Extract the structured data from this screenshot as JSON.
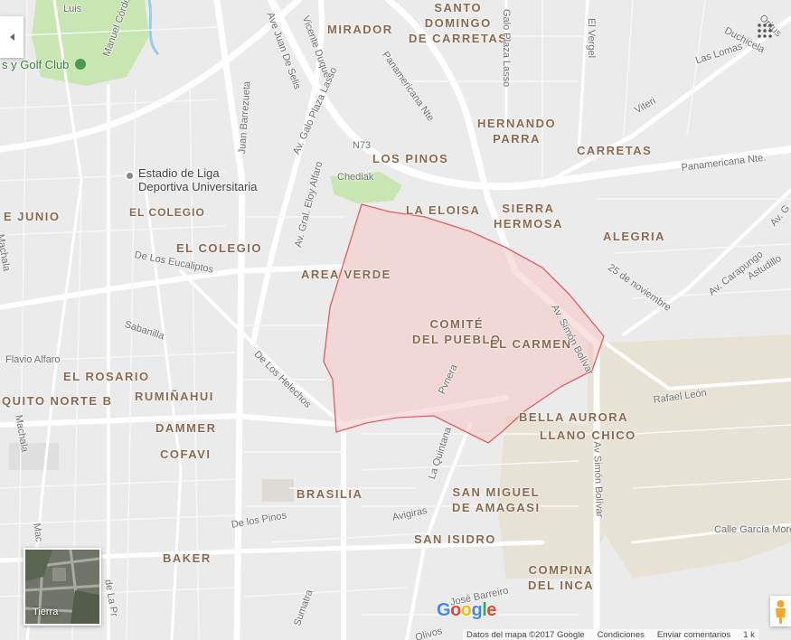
{
  "map": {
    "area_outline_color": "#e06060",
    "area_fill_color": "#f5c6c2",
    "park_color": "#c8e6b1",
    "road_color": "#ffffff",
    "background_color": "#ebebeb"
  },
  "neighborhoods": {
    "mirador": "MIRADOR",
    "santo_domingo": "SANTO\nDOMINGO\nDE CARRETAS",
    "hernando_parra": "HERNANDO\nPARRA",
    "carretas": "CARRETAS",
    "los_pinos": "LOS PINOS",
    "la_eloisa": "LA ELOISA",
    "sierra_hermosa": "SIERRA\nHERMOSA",
    "alegria": "ALEGRIA",
    "e_junio": "E JUNIO",
    "el_colegio_small": "EL COLEGIO",
    "el_colegio": "EL COLEGIO",
    "area_verde": "AREA VERDE",
    "comite_del_pueblo": "COMITÉ\nDEL PUEBLO",
    "el_carmen": "EL CARMEN",
    "el_rosario": "EL ROSARIO",
    "quito_norte_b": "QUITO NORTE B",
    "rumiñahui": "RUMIÑAHUI",
    "dammer": "DAMMER",
    "cofavi": "COFAVI",
    "bella_aurora": "BELLA AURORA",
    "llano_chico": "LLANO CHICO",
    "brasilia": "BRASILIA",
    "san_miguel_de_amagasi": "SAN MIGUEL\nDE AMAGASI",
    "san_isidro": "SAN ISIDRO",
    "baker": "BAKER",
    "compina_del_inca": "COMPINA\nDEL INCA"
  },
  "streets": {
    "luis": "Luis",
    "manuel_cordova": "Manuel Córdova Gal",
    "juan_de_selis": "Ave Juan De Selis",
    "vicente_duque": "Vicente Duque",
    "galo_plaza_lasso_top": "Galo Plaza Lasso",
    "el_vergel": "El Vergel",
    "panamericana_nte_v": "Panamericana Nte",
    "juan_barrezueta": "Juan Barrezueta",
    "av_galo_plaza_lasso": "Av. Galo Plaza Lasso",
    "n73": "N73",
    "viteri": "Viteri",
    "las_lomas": "Las Lomas",
    "duchicela": "Duchicela",
    "panamericana_nte_h": "Panamericana Nte.",
    "chediak": "Chediak",
    "av_gral_eloy_alfaro": "Av. Gral. Eloy Alfaro",
    "machala": "Machala",
    "de_los_eucaliptos": "De Los Eucaliptos",
    "sabanilla": "Sabanilla",
    "flavio_alfaro": "Flavio Alfaro",
    "de_los_helechos": "De Los Helechos",
    "machala_2": "Machala",
    "pvnera": "Pvnera",
    "av_simon_bolivar": "Av. Simón Bolívar",
    "av_carapungo": "Av. Carapungo",
    "astudillo": "Astudillo",
    "25_de_noviembre": "25 de noviembre",
    "av_right": "Av. G",
    "rafael_leon": "Rafael León",
    "av_simon_bolivar_2": "Av Simón Bolívar",
    "la_quintana": "La Quintana",
    "avigiras": "Avigiras",
    "de_los_pinos": "De los Pinos",
    "calle_garcia_moreno": "Calle García More",
    "jose_barreiro": "José Barreiro",
    "sumatra": "Sumatra",
    "de_la_prensa": "de La Pr",
    "olivos": "Olivos",
    "machala_3": "Mac",
    "oritus": "Oritus"
  },
  "pois": {
    "golf_club": "s y Golf Club",
    "estadio": "Estadio de Liga\nDeportiva Universitaria"
  },
  "controls": {
    "tierra_label": "Tierra",
    "google_logo": "Google"
  },
  "footer": {
    "map_data": "Datos del mapa ©2017 Google",
    "terms": "Condiciones",
    "feedback": "Enviar comentarios",
    "scale": "1 k"
  },
  "icons": {
    "collapse_panel": "chevron-left-icon",
    "apps_grid": "grid-icon",
    "pegman": "pegman-icon",
    "poi_stadium": "place-icon",
    "golf": "golf-icon"
  }
}
